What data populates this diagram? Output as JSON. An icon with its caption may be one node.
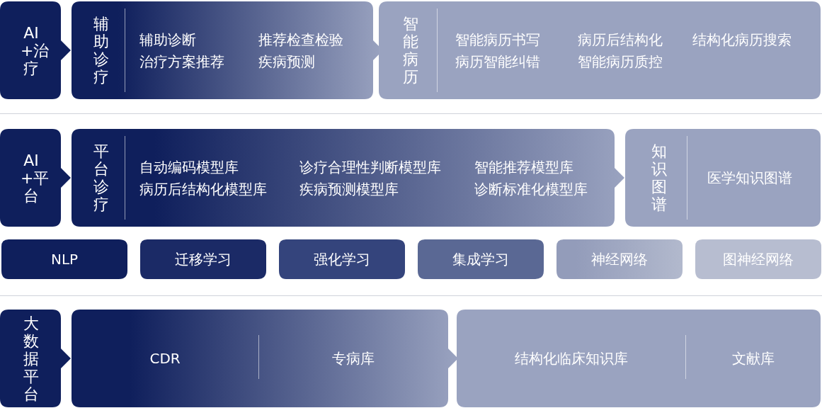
{
  "diagram": {
    "nodes": [
      {
        "text": [
          "AI+治疗"
        ]
      },
      {
        "text": [
          "辅助诊疗",
          "辅助诊断",
          "推荐检查检验",
          "治疗方案推荐",
          "疾病预测"
        ]
      },
      {
        "text": [
          "智能病历",
          "智能病历书写",
          "病历后结构化",
          "结构化病历搜索",
          "病历智能纠错",
          "智能病历质控"
        ]
      },
      {
        "text": [
          "AI+平台"
        ]
      },
      {
        "text": [
          "平台诊疗",
          "自动编码模型库",
          "诊疗合理性判断模型库",
          "智能推荐模型库",
          "病历后结构化模型库",
          "疾病预测模型库",
          "诊断标准化模型库"
        ]
      },
      {
        "text": [
          "知识图谱",
          "医学知识图谱"
        ]
      },
      {
        "text": [
          "NLP"
        ]
      },
      {
        "text": [
          "迁移学习"
        ]
      },
      {
        "text": [
          "强化学习"
        ]
      },
      {
        "text": [
          "集成学习"
        ]
      },
      {
        "text": [
          "神经网络"
        ]
      },
      {
        "text": [
          "图神经网络"
        ]
      },
      {
        "text": [
          "大数据平台"
        ]
      },
      {
        "text": [
          "CDR",
          "专病库"
        ]
      },
      {
        "text": [
          "结构化临床知识库",
          "文献库"
        ]
      }
    ]
  }
}
